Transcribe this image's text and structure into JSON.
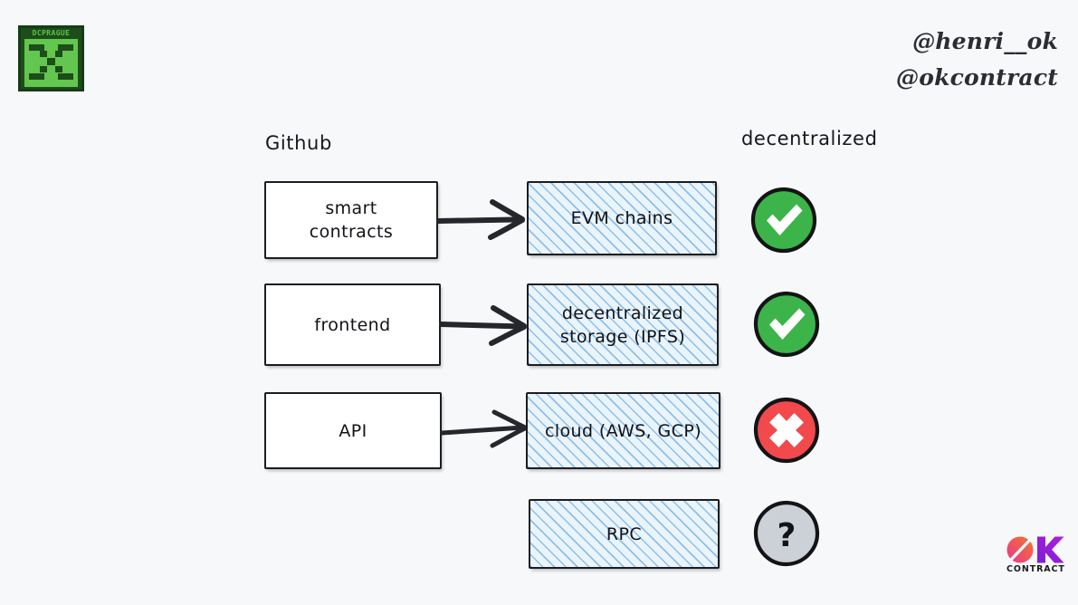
{
  "page": {
    "background_color": "#f7f8fa"
  },
  "brand": {
    "event_logo": {
      "icon": "dcprague-pixel-logo",
      "label": "DCPRAGUE",
      "bg_color": "#63c64f",
      "frame_color": "#1d4d1b"
    },
    "handles": [
      {
        "text": "@henri__ok"
      },
      {
        "text": "@okcontract"
      }
    ],
    "footer_logo": {
      "icon": "okcontract-logo",
      "word": "CONTRACT",
      "o_gradient_from": "#e8368f",
      "o_gradient_to": "#f26a2a",
      "k_gradient_from": "#a41fd6",
      "k_gradient_to": "#7a1fd6"
    }
  },
  "columns": {
    "left_heading": "Github",
    "right_heading": "decentralized"
  },
  "diagram": {
    "type": "flow",
    "rows": [
      {
        "source": "smart\ncontracts",
        "source_line1": "smart",
        "source_line2": "contracts",
        "has_arrow": true,
        "target": "EVM chains",
        "target_line1": "EVM chains",
        "target_line2": "",
        "status": "yes",
        "status_icon": "check-circle-icon",
        "status_color": "#3cb44a"
      },
      {
        "source": "frontend",
        "source_line1": "frontend",
        "source_line2": "",
        "has_arrow": true,
        "target": "decentralized storage (IPFS)",
        "target_line1": "decentralized",
        "target_line2": "storage (IPFS)",
        "status": "yes",
        "status_icon": "check-circle-icon",
        "status_color": "#3cb44a"
      },
      {
        "source": "API",
        "source_line1": "API",
        "source_line2": "",
        "has_arrow": true,
        "target": "cloud (AWS, GCP)",
        "target_line1": "cloud (AWS, GCP)",
        "target_line2": "",
        "status": "no",
        "status_icon": "x-circle-icon",
        "status_color": "#f1494c"
      },
      {
        "source": "",
        "source_line1": "",
        "source_line2": "",
        "has_arrow": false,
        "target": "RPC",
        "target_line1": "RPC",
        "target_line2": "",
        "status": "unknown",
        "status_icon": "question-circle-icon",
        "status_color": "#ccd1d7"
      }
    ]
  }
}
